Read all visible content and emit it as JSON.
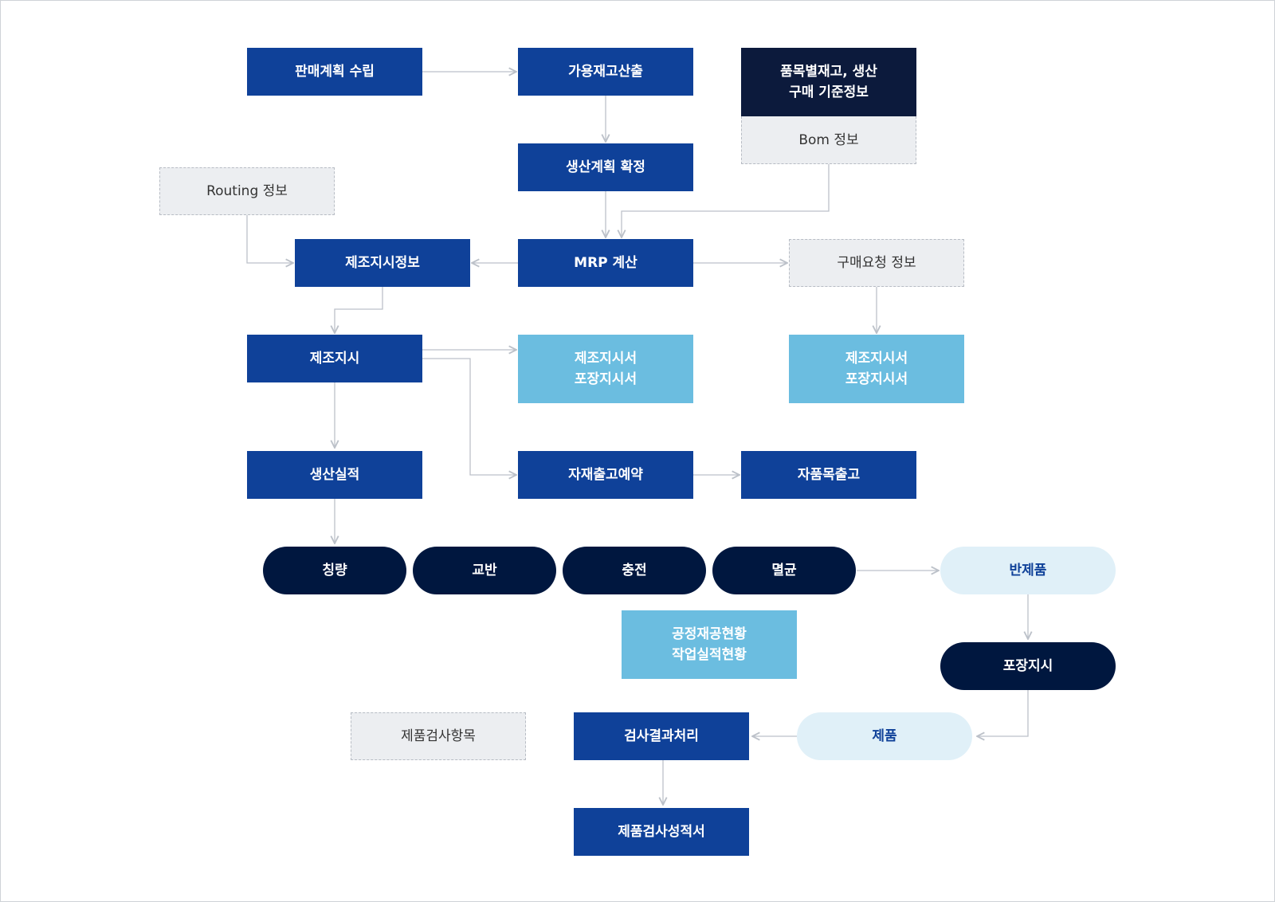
{
  "nodes": {
    "sales_plan": "판매계획 수립",
    "available_stock": "가용재고산출",
    "item_stock": "품목별재고, 생산\n구매 기준정보",
    "bom_info": "Bom 정보",
    "prod_plan_confirm": "생산계획 확정",
    "routing_info": "Routing 정보",
    "mfg_order_info": "제조지시정보",
    "mrp_calc": "MRP 계산",
    "purchase_request": "구매요청 정보",
    "mfg_order": "제조지시",
    "mfg_doc_1": "제조지시서\n포장지시서",
    "mfg_doc_2": "제조지시서\n포장지시서",
    "prod_result": "생산실적",
    "material_reserve": "자재출고예약",
    "item_issue": "자품목출고",
    "weighing": "칭량",
    "mixing": "교반",
    "filling": "충전",
    "sterilize": "멸균",
    "semi_product": "반제품",
    "wip_status": "공정재공현황\n작업실적현황",
    "packing_order": "포장지시",
    "inspection_items": "제품검사항목",
    "inspection_result": "검사결과처리",
    "product": "제품",
    "inspection_report": "제품검사성적서"
  },
  "colors": {
    "primary_blue": "#0f4199",
    "navy": "#0c1a3c",
    "dark_pill": "#00173f",
    "light_blue": "#6bbde0",
    "pale_pill": "#e0f0f8",
    "info_gray": "#eceef1",
    "connector": "#bcc1c9"
  }
}
